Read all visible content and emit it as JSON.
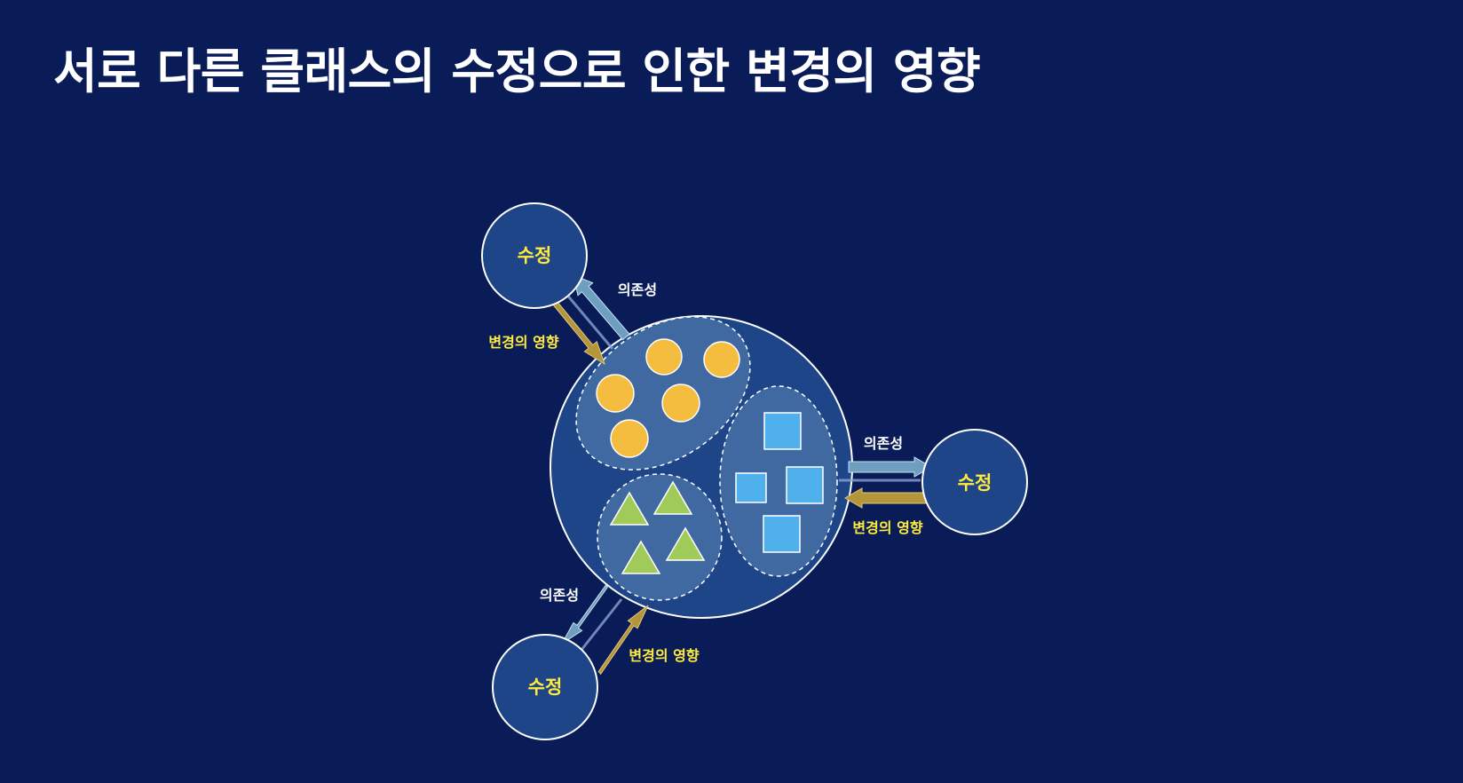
{
  "title": "서로 다른 클래스의 수정으로 인한 변경의 영향",
  "nodes": [
    {
      "label": "수정"
    },
    {
      "label": "수정"
    },
    {
      "label": "수정"
    }
  ],
  "edges": {
    "top_left": {
      "dependency": "의존성",
      "impact": "변경의 영향"
    },
    "right": {
      "dependency": "의존성",
      "impact": "변경의 영향"
    },
    "bottom_left": {
      "dependency": "의존성",
      "impact": "변경의 영향"
    }
  },
  "colors": {
    "background": "#0a1c58",
    "circle_fill": "#1e4587",
    "group_fill": "#4069a1",
    "dependency_arrow": "#6f9fc0",
    "impact_arrow": "#b4953a",
    "circle_shape": "#f5bd3f",
    "square_shape": "#4fb0ec",
    "triangle_shape": "#a0cb5a",
    "modify_text": "#ffeb3b"
  }
}
